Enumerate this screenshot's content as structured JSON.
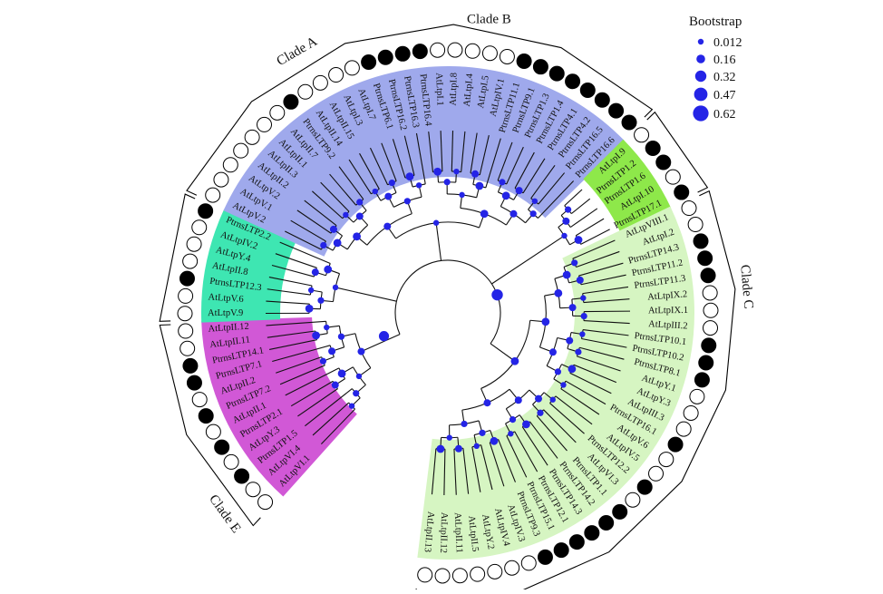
{
  "colors": {
    "cladeA": "#d158d6",
    "cladeB": "#3ee6b2",
    "cladeC": "#9fa9ec",
    "cladeD": "#8ee84a",
    "cladeE": "#d6f5c2",
    "node": "#2424e6",
    "branch": "#111111",
    "marker_filled": "#000000",
    "marker_open": "#ffffff"
  },
  "bootstrap": {
    "title": "Bootstrap",
    "values": [
      "0.012",
      "0.16",
      "0.32",
      "0.47",
      "0.62"
    ]
  },
  "clades": [
    {
      "id": "A",
      "label": "Clade A"
    },
    {
      "id": "B",
      "label": "Clade B"
    },
    {
      "id": "C",
      "label": "Clade C"
    },
    {
      "id": "D",
      "label": "Clade D"
    },
    {
      "id": "E",
      "label": "Clade E"
    }
  ],
  "leaves": [
    {
      "name": "AtLtpVI.1",
      "clade": "A",
      "marker": "open"
    },
    {
      "name": "AtLtpVI.4",
      "clade": "A",
      "marker": "open"
    },
    {
      "name": "PtrnsLTP1.5",
      "clade": "A",
      "marker": "filled"
    },
    {
      "name": "AtLtpY.3",
      "clade": "A",
      "marker": "open"
    },
    {
      "name": "PtrnsLTP2.1",
      "clade": "A",
      "marker": "filled"
    },
    {
      "name": "AtLtpII.1",
      "clade": "A",
      "marker": "open"
    },
    {
      "name": "PtrnsLTP7.2",
      "clade": "A",
      "marker": "filled"
    },
    {
      "name": "AtLtpII.2",
      "clade": "A",
      "marker": "open"
    },
    {
      "name": "PtrnsLTP7.1",
      "clade": "A",
      "marker": "filled"
    },
    {
      "name": "PtrnsLTP14.1",
      "clade": "A",
      "marker": "filled"
    },
    {
      "name": "AtLtpII.11",
      "clade": "A",
      "marker": "open"
    },
    {
      "name": "AtLtpII.12",
      "clade": "A",
      "marker": "open"
    },
    {
      "name": "AtLtpV.9",
      "clade": "B",
      "marker": "open"
    },
    {
      "name": "AtLtpV.6",
      "clade": "B",
      "marker": "open"
    },
    {
      "name": "PtrnsLTP12.3",
      "clade": "B",
      "marker": "filled"
    },
    {
      "name": "AtLtpII.8",
      "clade": "B",
      "marker": "open"
    },
    {
      "name": "AtLtpY.4",
      "clade": "B",
      "marker": "open"
    },
    {
      "name": "AtLtpIV.2",
      "clade": "B",
      "marker": "open"
    },
    {
      "name": "PtrnsLTP2.2",
      "clade": "B",
      "marker": "filled"
    },
    {
      "name": "AtLtpV.2",
      "clade": "C",
      "marker": "open"
    },
    {
      "name": "AtLtpV.1",
      "clade": "C",
      "marker": "open"
    },
    {
      "name": "AtLtpV.2",
      "clade": "C",
      "marker": "open"
    },
    {
      "name": "AtLtpII.2",
      "clade": "C",
      "marker": "open"
    },
    {
      "name": "AtLtpII.3",
      "clade": "C",
      "marker": "open"
    },
    {
      "name": "AtLtpII.1",
      "clade": "C",
      "marker": "open"
    },
    {
      "name": "AtLtpII.7",
      "clade": "C",
      "marker": "open"
    },
    {
      "name": "PtrnsLTP9.2",
      "clade": "C",
      "marker": "filled"
    },
    {
      "name": "AtLtpII.14",
      "clade": "C",
      "marker": "open"
    },
    {
      "name": "AtLtpII.15",
      "clade": "C",
      "marker": "open"
    },
    {
      "name": "AtLtpI.3",
      "clade": "C",
      "marker": "open"
    },
    {
      "name": "AtLtpI.7",
      "clade": "C",
      "marker": "open"
    },
    {
      "name": "PtrnsLTP6.1",
      "clade": "C",
      "marker": "filled"
    },
    {
      "name": "PtrnsLTP16.2",
      "clade": "C",
      "marker": "filled"
    },
    {
      "name": "PtrnsLTP16.3",
      "clade": "C",
      "marker": "filled"
    },
    {
      "name": "PtrnsLTP16.4",
      "clade": "C",
      "marker": "filled"
    },
    {
      "name": "AtLtpI.1",
      "clade": "C",
      "marker": "open"
    },
    {
      "name": "AtLtpI.8",
      "clade": "C",
      "marker": "open"
    },
    {
      "name": "AtLtpI.4",
      "clade": "C",
      "marker": "open"
    },
    {
      "name": "AtLtpI.5",
      "clade": "C",
      "marker": "open"
    },
    {
      "name": "AtLtpIV.1",
      "clade": "C",
      "marker": "open"
    },
    {
      "name": "PtrnsLTP11.1",
      "clade": "C",
      "marker": "filled"
    },
    {
      "name": "PtrnsLTP9.1",
      "clade": "C",
      "marker": "filled"
    },
    {
      "name": "PtrnsLTP1.3",
      "clade": "C",
      "marker": "filled"
    },
    {
      "name": "PtrnsLTP1.4",
      "clade": "C",
      "marker": "filled"
    },
    {
      "name": "PtrnsLTP4.1",
      "clade": "C",
      "marker": "filled"
    },
    {
      "name": "PtrnsLTP4.2",
      "clade": "C",
      "marker": "filled"
    },
    {
      "name": "PtrnsLTP16.5",
      "clade": "C",
      "marker": "filled"
    },
    {
      "name": "PtrnsLTP16.6",
      "clade": "C",
      "marker": "filled"
    },
    {
      "name": "AtLtpI.9",
      "clade": "D",
      "marker": "open"
    },
    {
      "name": "PtrnsLTP1.2",
      "clade": "D",
      "marker": "filled"
    },
    {
      "name": "PtrnsLTP1.6",
      "clade": "D",
      "marker": "filled"
    },
    {
      "name": "AtLtpI.10",
      "clade": "D",
      "marker": "open"
    },
    {
      "name": "PtrnsLTP17.1",
      "clade": "D",
      "marker": "filled"
    },
    {
      "name": "AtLtpVIII.1",
      "clade": "E",
      "marker": "open"
    },
    {
      "name": "AtLtpI.2",
      "clade": "E",
      "marker": "open"
    },
    {
      "name": "PtrnsLTP14.3",
      "clade": "E",
      "marker": "filled"
    },
    {
      "name": "PtrnsLTP11.2",
      "clade": "E",
      "marker": "filled"
    },
    {
      "name": "PtrnsLTP11.3",
      "clade": "E",
      "marker": "filled"
    },
    {
      "name": "AtLtpIX.2",
      "clade": "E",
      "marker": "open"
    },
    {
      "name": "AtLtpIX.1",
      "clade": "E",
      "marker": "open"
    },
    {
      "name": "AtLtpIII.2",
      "clade": "E",
      "marker": "open"
    },
    {
      "name": "PtrnsLTP10.1",
      "clade": "E",
      "marker": "filled"
    },
    {
      "name": "PtrnsLTP10.2",
      "clade": "E",
      "marker": "filled"
    },
    {
      "name": "PtrnsLTP8.1",
      "clade": "E",
      "marker": "filled"
    },
    {
      "name": "AtLtpY.1",
      "clade": "E",
      "marker": "open"
    },
    {
      "name": "AtLtpY.3",
      "clade": "E",
      "marker": "open"
    },
    {
      "name": "AtLtpIII.3",
      "clade": "E",
      "marker": "open"
    },
    {
      "name": "PtrnsLTP16.1",
      "clade": "E",
      "marker": "filled"
    },
    {
      "name": "AtLtpV.6",
      "clade": "E",
      "marker": "open"
    },
    {
      "name": "AtLtpIV.5",
      "clade": "E",
      "marker": "open"
    },
    {
      "name": "PtrnsLTP12.2",
      "clade": "E",
      "marker": "filled"
    },
    {
      "name": "AtLtpVI.3",
      "clade": "E",
      "marker": "open"
    },
    {
      "name": "PtrnsLTP1.1",
      "clade": "E",
      "marker": "filled"
    },
    {
      "name": "PtrnsLTP14.2",
      "clade": "E",
      "marker": "filled"
    },
    {
      "name": "PtrnsLTP14.3",
      "clade": "E",
      "marker": "filled"
    },
    {
      "name": "PtrnsLTP12.1",
      "clade": "E",
      "marker": "filled"
    },
    {
      "name": "PtrnsLTP15.1",
      "clade": "E",
      "marker": "filled"
    },
    {
      "name": "PtrnsLTP9.3",
      "clade": "E",
      "marker": "filled"
    },
    {
      "name": "AtLtpIV.3",
      "clade": "E",
      "marker": "open"
    },
    {
      "name": "AtLtpIV.4",
      "clade": "E",
      "marker": "open"
    },
    {
      "name": "AtLtpY.2",
      "clade": "E",
      "marker": "open"
    },
    {
      "name": "AtLtpII.5",
      "clade": "E",
      "marker": "open"
    },
    {
      "name": "AtLtpII.11",
      "clade": "E",
      "marker": "open"
    },
    {
      "name": "AtLtpII.12",
      "clade": "E",
      "marker": "open"
    },
    {
      "name": "AtLtpII.13",
      "clade": "E",
      "marker": "open"
    }
  ]
}
